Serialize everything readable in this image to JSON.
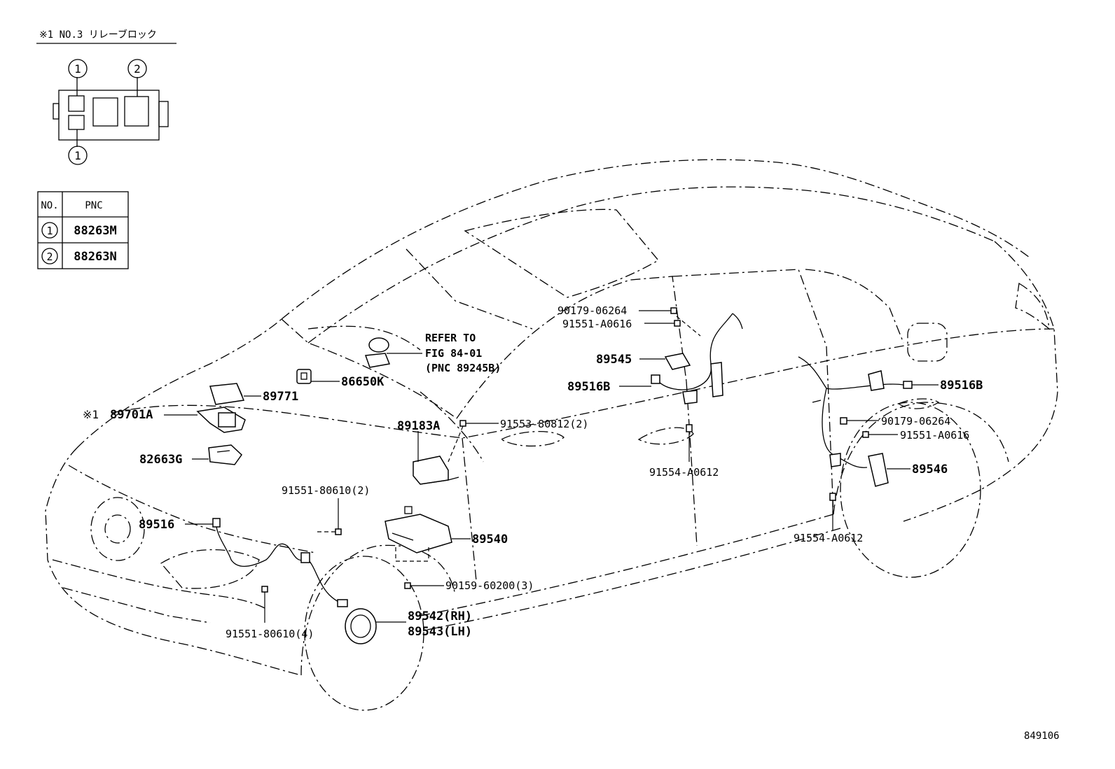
{
  "relay_block": {
    "title": "※1 NO.3 リレーブロック",
    "circle_1": "1",
    "circle_2": "2"
  },
  "pnc_table": {
    "header_no": "NO.",
    "header_pnc": "PNC",
    "rows": [
      {
        "no": "1",
        "pnc": "88263M"
      },
      {
        "no": "2",
        "pnc": "88263N"
      }
    ]
  },
  "labels": {
    "p89771": "89771",
    "p89701A_mark": "※1",
    "p89701A": "89701A",
    "p82663G": "82663G",
    "p86650K": "86650K",
    "refer_line1": "REFER TO",
    "refer_line2": "FIG 84-01",
    "refer_line3": "(PNC 89245B)",
    "p89183A": "89183A",
    "p91553": "91553-80812(2)",
    "p91551_80610_2": "91551-80610(2)",
    "p89516": "89516",
    "p89540": "89540",
    "p90159": "90159-60200(3)",
    "p89542": "89542(RH)",
    "p89543": "89543(LH)",
    "p91551_80610_4": "91551-80610(4)",
    "p90179_a": "90179-06264",
    "p91551_a0616_a": "91551-A0616",
    "p89545": "89545",
    "p89516B_a": "89516B",
    "p91554_a": "91554-A0612",
    "p89516B_b": "89516B",
    "p90179_b": "90179-06264",
    "p91551_a0616_b": "91551-A0616",
    "p89546": "89546",
    "p91554_b": "91554-A0612",
    "figure_no": "849106"
  }
}
